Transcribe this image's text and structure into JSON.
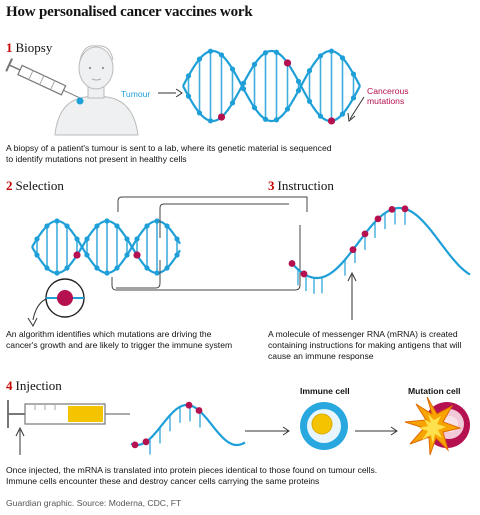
{
  "title": "How personalised cancer vaccines work",
  "sections": [
    {
      "num": "1",
      "name": "Biopsy",
      "description": "A biopsy of a patient's tumour is sent to a lab, where its genetic material is sequenced to identify mutations not present in healthy cells"
    },
    {
      "num": "2",
      "name": "Selection",
      "description": "An algorithm identifies which mutations are driving the cancer's growth and are likely to trigger the immune system"
    },
    {
      "num": "3",
      "name": "Instruction",
      "description": "A molecule of messenger RNA (mRNA) is created containing instructions for making antigens that will cause an immune response"
    },
    {
      "num": "4",
      "name": "Injection",
      "description": "Once injected, the mRNA is translated into protein pieces identical to those found on tumour cells. Immune cells encounter these and destroy cancer cells carrying the same proteins"
    }
  ],
  "labels": {
    "tumour": "Tumour",
    "cancerous_mutations": "Cancerous mutations",
    "immune_cell": "Immune cell",
    "mutation_cell": "Mutation cell"
  },
  "footer": "Guardian graphic. Source: Moderna, CDC, FT",
  "colors": {
    "accent": "#c70000",
    "dna_blue": "#1e9fd8",
    "mutation": "#b5104f",
    "cell_yellow": "#f5c400"
  }
}
